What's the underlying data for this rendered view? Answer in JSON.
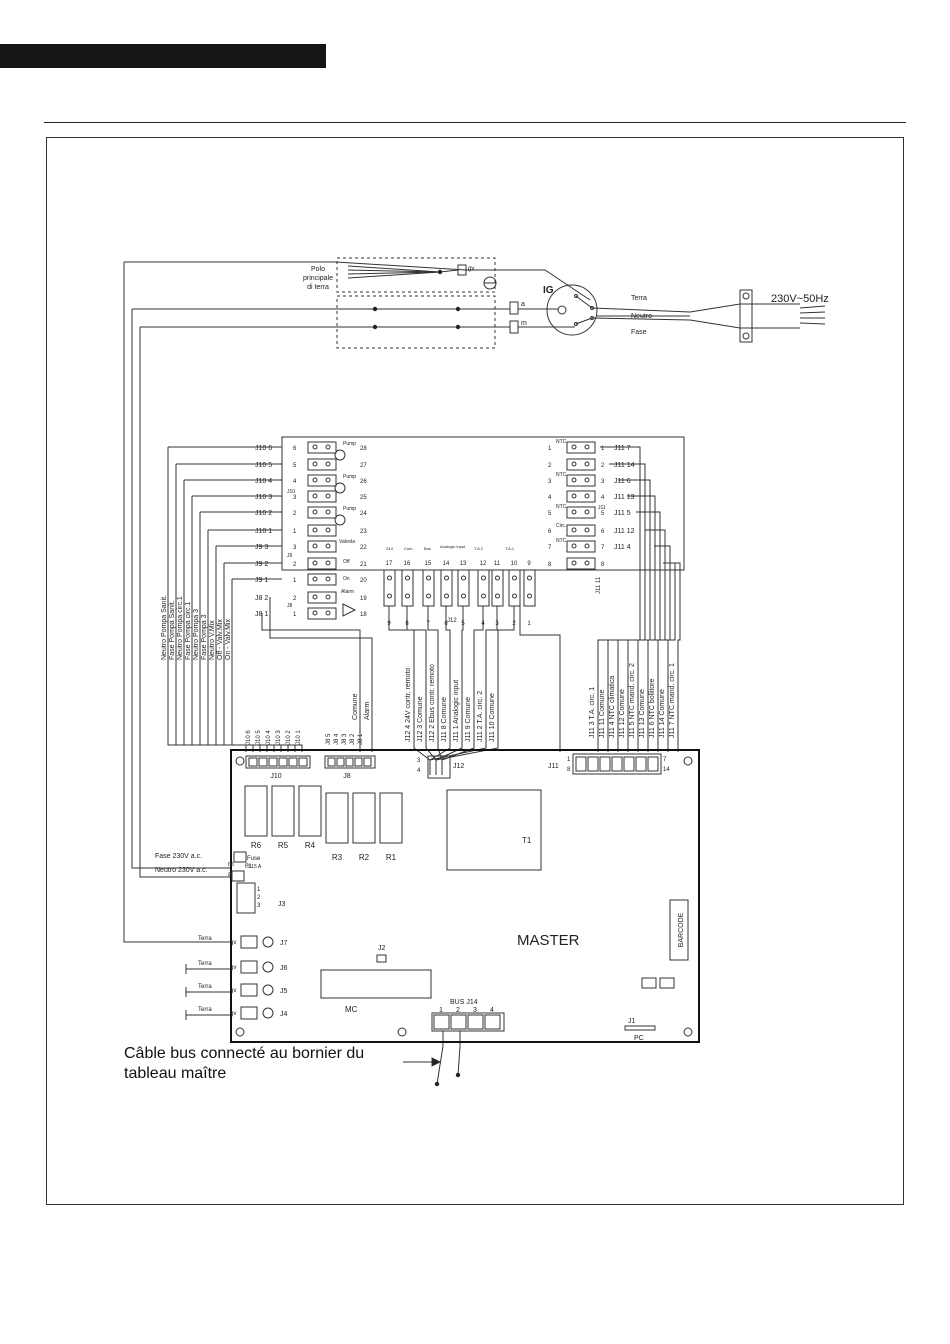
{
  "earth_block": {
    "label_line1": "Polo",
    "label_line2": "principale",
    "label_line3": "di terra",
    "gv": "gv",
    "a": "a",
    "m": "m"
  },
  "switch": {
    "label": "IG"
  },
  "mains": {
    "voltage": "230V~50Hz",
    "terra": "Terra",
    "neutro": "Neutro",
    "fase": "Fase"
  },
  "left_terminals": [
    {
      "conn": "J10 6",
      "num": "6",
      "term": "28"
    },
    {
      "conn": "J10 5",
      "num": "5",
      "term": "27"
    },
    {
      "conn": "J10 4",
      "num": "4",
      "term": "26"
    },
    {
      "conn": "J10 3",
      "num": "3",
      "term": "25"
    },
    {
      "conn": "J10 2",
      "num": "2",
      "term": "24"
    },
    {
      "conn": "J10 1",
      "num": "1",
      "term": "23"
    },
    {
      "conn": "J9 3",
      "num": "3",
      "term": "22"
    },
    {
      "conn": "J9 2",
      "num": "2",
      "term": "21"
    },
    {
      "conn": "J9 1",
      "num": "1",
      "term": "20"
    },
    {
      "conn": "J8 2",
      "num": "2",
      "term": "19"
    },
    {
      "conn": "J8 1",
      "num": "1",
      "term": "18"
    }
  ],
  "small_labels": {
    "pump": "Pump",
    "alarm": "Alarm",
    "valve": "Valvola",
    "off": "Off",
    "on": "On",
    "j10": "J10",
    "j9": "J9",
    "j8": "J8",
    "ntc": "NTC",
    "circ": "Circ.",
    "j11": "J11",
    "j12": "J12",
    "analogic_input": "Analogic input",
    "ta2": "T.A.2",
    "ta1": "T.A.1",
    "sv24": "24V",
    "com": "Com",
    "bus": "Bus"
  },
  "right_terminals": [
    {
      "num": "1",
      "pin": "1",
      "conn": "J11 7"
    },
    {
      "num": "2",
      "pin": "2",
      "conn": "J11 14"
    },
    {
      "num": "3",
      "pin": "3",
      "conn": "J11 6"
    },
    {
      "num": "4",
      "pin": "4",
      "conn": "J11 13"
    },
    {
      "num": "5",
      "pin": "5",
      "conn": "J11 5"
    },
    {
      "num": "6",
      "pin": "6",
      "conn": "J11 12"
    },
    {
      "num": "7",
      "pin": "7",
      "conn": "J11 4"
    },
    {
      "num": "8",
      "pin": "8",
      "conn": ""
    }
  ],
  "j11_11": "J11 11",
  "middle_terms": {
    "top": [
      "17",
      "16",
      "15",
      "14",
      "13",
      "12",
      "11",
      "10",
      "9"
    ],
    "bottom": [
      "9",
      "8",
      "7",
      "6",
      "5",
      "4",
      "3",
      "2",
      "1"
    ],
    "j12_label": "J12"
  },
  "wire_labels_left": [
    "Neutro Pompa Sanit.",
    "Fase Pompa Sanit.",
    "Neutro Pompa circ.1",
    "Fase Pompa circ.1",
    "Neutro Pompa 3",
    "Fase Pompa 3",
    "Neutro V.Mix",
    "Off - Valv.Mix",
    "On - Valv.Mix"
  ],
  "wire_labels_mid": [
    "Comune",
    "Alarm"
  ],
  "wire_labels_j12": [
    "J12 4  24V contr. remoto",
    "J12 3  Comune",
    "J12 2  Ebus contr. remoto",
    "J11 8  Comune",
    "J11 1  Analogic input",
    "J11 9  Comune",
    "J11 2  T.A. circ. 2",
    "J11 10  Comune"
  ],
  "wire_labels_j11": [
    "J11 3  T.A. circ. 1",
    "J11 11  Comune",
    "J11 4  NTC climatica",
    "J11 12  Comune",
    "J11 5  NTC mand. circ. 2",
    "J11 13  Comune",
    "J11 6  NTC bollitore",
    "J11 14  Comune",
    "J11 7  NTC mand. circ. 1"
  ],
  "board": {
    "title": "MASTER",
    "barcode": "BARCODE",
    "t1": "T1",
    "mc": "MC",
    "j2": "J2",
    "j1": "J1",
    "pc": "PC",
    "fuse": "Fuse",
    "fuse_rating": "3.15 A",
    "f1": "F1",
    "j3": "J3",
    "j10": "J10",
    "j8": "J8",
    "j11": "J11",
    "j12": "J12",
    "bus_j14": "BUS J14",
    "relays_top": [
      "R6",
      "R5",
      "R4"
    ],
    "relays_bottom": [
      "R3",
      "R2",
      "R1"
    ],
    "j10_pins": [
      "J10 6",
      "J10 5",
      "J10 4",
      "J10 3",
      "J10 2",
      "J10 1"
    ],
    "j8_pins": [
      "J8 5",
      "J8 4",
      "J8 3",
      "J8 2",
      "J8 1"
    ],
    "j12_pins": [
      "J12 4",
      "J12 3",
      "J12 2"
    ],
    "bus_pins": [
      "1",
      "2",
      "3",
      "4"
    ],
    "j3_pins": [
      "1",
      "2",
      "3"
    ]
  },
  "mains_board": {
    "fase": "Fase 230V a.c.",
    "neutro": "Neutro 230V a.c.",
    "m": "m",
    "a": "a"
  },
  "earth_rows": [
    {
      "label": "Terra",
      "gv": "gv",
      "conn": "J7"
    },
    {
      "label": "Terra",
      "gv": "gv",
      "conn": "J6"
    },
    {
      "label": "Terra",
      "gv": "gv",
      "conn": "J5"
    },
    {
      "label": "Terra",
      "gv": "gv",
      "conn": "J4"
    }
  ],
  "caption": {
    "line1": "Câble bus connecté au bornier du",
    "line2": "tableau maître"
  }
}
